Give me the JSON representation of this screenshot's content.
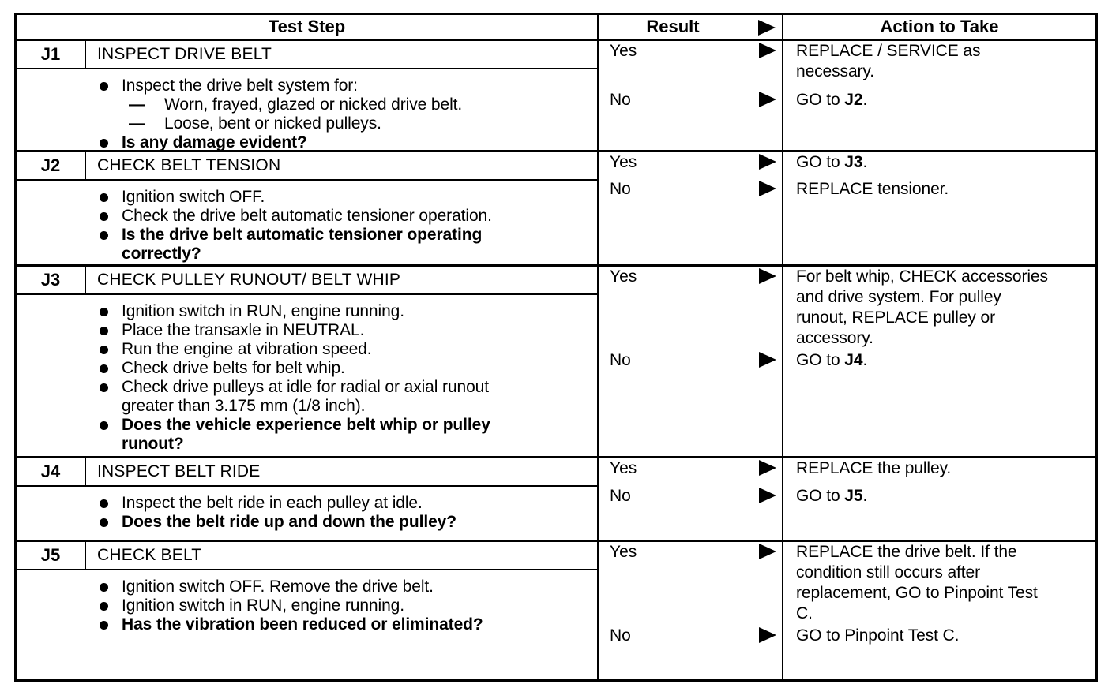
{
  "table": {
    "headers": {
      "test_step": "Test Step",
      "result": "Result",
      "action": "Action to Take"
    },
    "glyphs": {
      "dash": "—"
    },
    "icons": {
      "result_arrow": "right-triangle-arrow"
    },
    "colors": {
      "ink": "#000000",
      "paper": "#ffffff"
    },
    "steps": [
      {
        "id": "J1",
        "title": "INSPECT DRIVE BELT",
        "instructions": [
          {
            "type": "bullet",
            "text": "Inspect the drive belt system for:"
          },
          {
            "type": "dash",
            "text": "Worn, frayed, glazed or nicked drive belt."
          },
          {
            "type": "dash",
            "text": "Loose, bent or nicked pulleys."
          },
          {
            "type": "question",
            "text": "Is any damage evident?"
          }
        ],
        "outcomes": [
          {
            "result": "Yes",
            "action_segments": [
              {
                "text": "REPLACE / SERVICE as\nnecessary.",
                "bold": false
              }
            ]
          },
          {
            "result": "No",
            "action_segments": [
              {
                "text": "GO to ",
                "bold": false
              },
              {
                "text": "J2",
                "bold": true
              },
              {
                "text": ".",
                "bold": false
              }
            ]
          }
        ]
      },
      {
        "id": "J2",
        "title": "CHECK BELT TENSION",
        "instructions": [
          {
            "type": "bullet",
            "text": "Ignition switch OFF."
          },
          {
            "type": "bullet",
            "text": "Check the drive belt automatic tensioner operation."
          },
          {
            "type": "question",
            "text": "Is the drive belt automatic tensioner operating\ncorrectly?"
          }
        ],
        "outcomes": [
          {
            "result": "Yes",
            "action_segments": [
              {
                "text": "GO to ",
                "bold": false
              },
              {
                "text": "J3",
                "bold": true
              },
              {
                "text": ".",
                "bold": false
              }
            ]
          },
          {
            "result": "No",
            "action_segments": [
              {
                "text": "REPLACE tensioner.",
                "bold": false
              }
            ]
          }
        ]
      },
      {
        "id": "J3",
        "title": "CHECK PULLEY RUNOUT/ BELT WHIP",
        "instructions": [
          {
            "type": "bullet",
            "text": "Ignition switch in RUN, engine running."
          },
          {
            "type": "bullet",
            "text": "Place the transaxle in NEUTRAL."
          },
          {
            "type": "bullet",
            "text": "Run the engine at vibration speed."
          },
          {
            "type": "bullet",
            "text": "Check drive belts for belt whip."
          },
          {
            "type": "bullet",
            "text": "Check drive pulleys at idle for radial or axial runout\ngreater than 3.175 mm (1/8 inch)."
          },
          {
            "type": "question",
            "text": "Does the vehicle experience belt whip or pulley\nrunout?"
          }
        ],
        "outcomes": [
          {
            "result": "Yes",
            "action_segments": [
              {
                "text": "For belt whip, CHECK accessories\nand drive system. For pulley\nrunout, REPLACE pulley or\naccessory.",
                "bold": false
              }
            ]
          },
          {
            "result": "No",
            "action_segments": [
              {
                "text": "GO to ",
                "bold": false
              },
              {
                "text": "J4",
                "bold": true
              },
              {
                "text": ".",
                "bold": false
              }
            ]
          }
        ]
      },
      {
        "id": "J4",
        "title": "INSPECT BELT RIDE",
        "instructions": [
          {
            "type": "bullet",
            "text": "Inspect the belt ride in each pulley at idle."
          },
          {
            "type": "question",
            "text": "Does the belt ride up and down the pulley?"
          }
        ],
        "outcomes": [
          {
            "result": "Yes",
            "action_segments": [
              {
                "text": "REPLACE the pulley.",
                "bold": false
              }
            ]
          },
          {
            "result": "No",
            "action_segments": [
              {
                "text": "GO to ",
                "bold": false
              },
              {
                "text": "J5",
                "bold": true
              },
              {
                "text": ".",
                "bold": false
              }
            ]
          }
        ]
      },
      {
        "id": "J5",
        "title": "CHECK BELT",
        "instructions": [
          {
            "type": "bullet",
            "text": "Ignition switch OFF. Remove the drive belt."
          },
          {
            "type": "bullet",
            "text": "Ignition switch in RUN, engine running."
          },
          {
            "type": "question",
            "text": "Has the vibration been reduced or eliminated?"
          }
        ],
        "outcomes": [
          {
            "result": "Yes",
            "action_segments": [
              {
                "text": "REPLACE the drive belt. If the\ncondition still occurs after\nreplacement, GO to Pinpoint Test\nC.",
                "bold": false
              }
            ]
          },
          {
            "result": "No",
            "action_segments": [
              {
                "text": "GO to Pinpoint Test C.",
                "bold": false
              }
            ]
          }
        ]
      }
    ]
  }
}
